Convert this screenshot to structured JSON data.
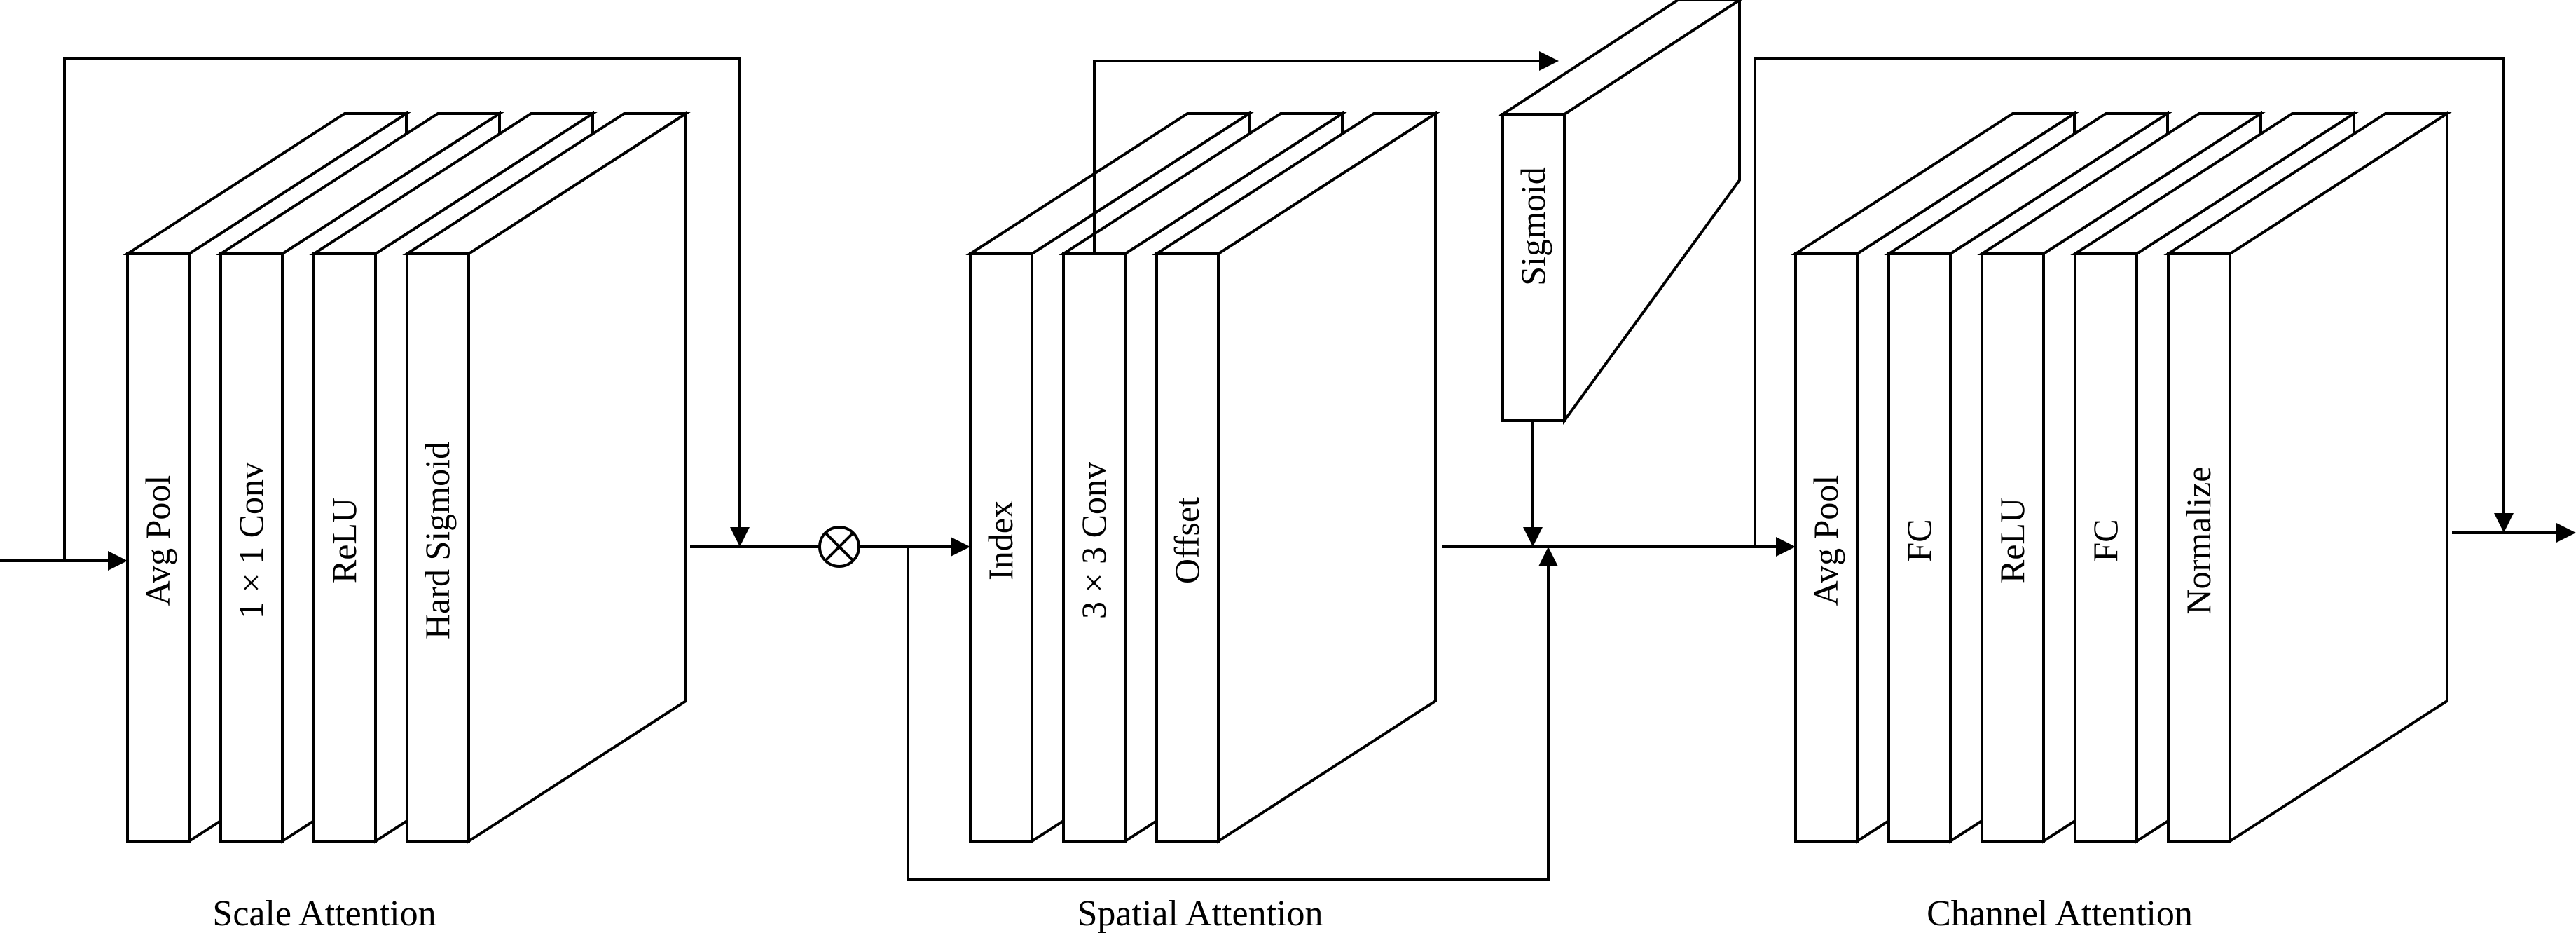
{
  "diagram": {
    "sections": [
      {
        "title": "Scale Attention",
        "layers": [
          "Avg Pool",
          "1 × 1 Conv",
          "ReLU",
          "Hard Sigmoid"
        ]
      },
      {
        "title": "Spatial Attention",
        "layers": [
          "Index",
          "3 × 3 Conv",
          "Offset"
        ],
        "extra_layer": "Sigmoid"
      },
      {
        "title": "Channel Attention",
        "layers": [
          "Avg Pool",
          "FC",
          "ReLU",
          "FC",
          "Normalize"
        ]
      }
    ],
    "multiply_symbol": "multiply-operator"
  }
}
